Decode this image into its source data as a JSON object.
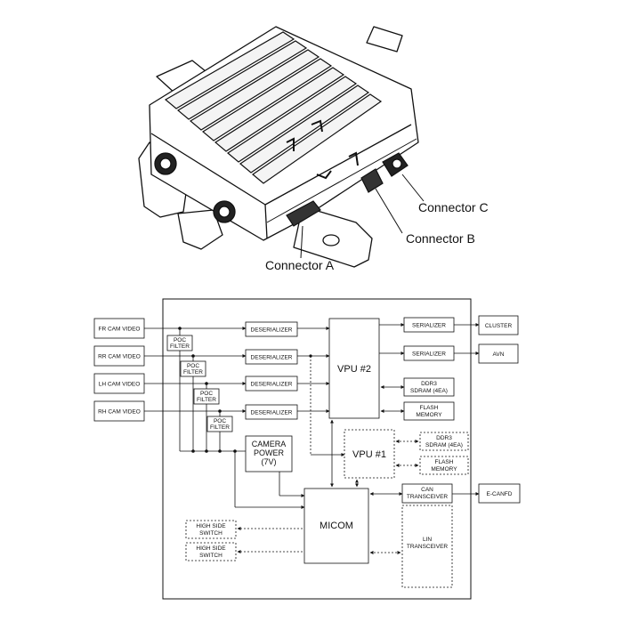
{
  "labels": {
    "connector_a": "Connector A",
    "connector_b": "Connector B",
    "connector_c": "Connector C"
  },
  "inputs": [
    "FR CAM VIDEO",
    "RR CAM VIDEO",
    "LH CAM VIDEO",
    "RH CAM VIDEO"
  ],
  "deserializers": [
    "DESERIALIZER",
    "DESERIALIZER",
    "DESERIALIZER",
    "DESERIALIZER"
  ],
  "poc_filters": [
    {
      "line1": "POC",
      "line2": "FILTER"
    },
    {
      "line1": "POC",
      "line2": "FILTER"
    },
    {
      "line1": "POC",
      "line2": "FILTER"
    },
    {
      "line1": "POC",
      "line2": "FILTER"
    }
  ],
  "vpu2": "VPU #2",
  "vpu1": "VPU #1",
  "serializers": [
    "SERIALIZER",
    "SERIALIZER"
  ],
  "outputs": [
    "CLUSTER",
    "AVN"
  ],
  "ddr3_vpu2": {
    "line1": "DDR3",
    "line2": "SDRAM (4EA)"
  },
  "flash_vpu2": {
    "line1": "FLASH",
    "line2": "MEMORY"
  },
  "ddr3_vpu1": {
    "line1": "DDR3",
    "line2": "SDRAM (4EA)"
  },
  "flash_vpu1": {
    "line1": "FLASH",
    "line2": "MEMORY"
  },
  "camera_power": {
    "line1": "CAMERA",
    "line2": "POWER",
    "line3": "(7V)"
  },
  "micom": "MICOM",
  "can_transceiver": {
    "line1": "CAN",
    "line2": "TRANSCEIVER"
  },
  "ecanfd": "E-CANFD",
  "lin_transceiver": {
    "line1": "LIN",
    "line2": "TRANSCEIVER"
  },
  "high_side_switches": [
    {
      "line1": "HIGH SIDE",
      "line2": "SWITCH"
    },
    {
      "line1": "HIGH SIDE",
      "line2": "SWITCH"
    }
  ]
}
